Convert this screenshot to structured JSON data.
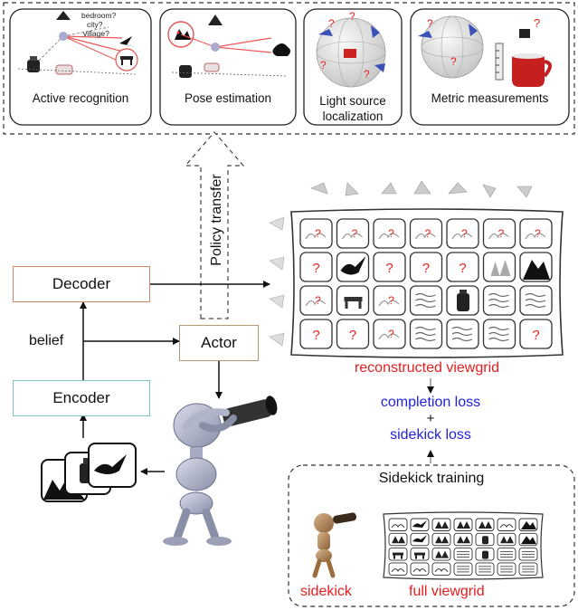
{
  "tasks": {
    "active_recognition": {
      "label": "Active recognition",
      "q1": "bedroom?",
      "q2": "city?",
      "q3": "village?"
    },
    "pose_estimation": {
      "label": "Pose estimation"
    },
    "light_source": {
      "line1": "Light source",
      "line2": "localization"
    },
    "metric": {
      "label": "Metric measurements"
    }
  },
  "policy_transfer": "Policy transfer",
  "decoder": "Decoder",
  "encoder": "Encoder",
  "actor": "Actor",
  "belief": "belief",
  "reconstructed": "reconstructed viewgrid",
  "completion_loss": "completion loss",
  "plus": "+",
  "sidekick_loss": "sidekick loss",
  "sidekick_training": "Sidekick training",
  "sidekick": "sidekick",
  "full_viewgrid": "full viewgrid",
  "colors": {
    "red": "#e41e1e",
    "blue": "#1f1fe0",
    "decoder_border": "#d4876a",
    "encoder_border": "#7cc4c4",
    "actor_border": "#b49a74"
  }
}
